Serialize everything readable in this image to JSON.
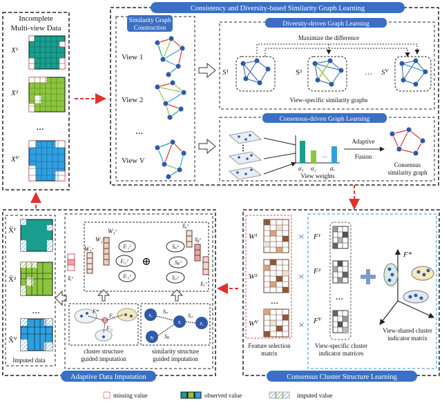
{
  "colors": {
    "teal": "#1a9e8f",
    "green": "#8cc63f",
    "blue": "#2f9fe0",
    "banner": "#3a6fc4",
    "arrow_red": "#e0312f",
    "node_blue": "#2f5aa8",
    "dashed_blue": "#2f8fd6",
    "dashed_red": "#d9534f"
  },
  "incomplete": {
    "title_line1": "Incomplete",
    "title_line2": "Multi-view Data",
    "views": [
      "X¹",
      "X²",
      "…",
      "Xⱽ"
    ]
  },
  "sgl": {
    "title": "Consistency and Diversity-based Similarity Graph Learning",
    "construction_line1": "Similarity Graph",
    "construction_line2": "Construction",
    "views": [
      "View 1",
      "View 2",
      "…",
      "View V"
    ],
    "diversity_title": "Diversity-driven Graph Learning",
    "maximize": "Maximize the difference",
    "graph_labels": [
      "S¹",
      "S²",
      "…",
      "Sⱽ"
    ],
    "view_specific": "View-specific similarity graphs",
    "consensus_title": "Consensus-driven Graph Learning",
    "alphas": [
      "α₁",
      "α₂",
      "αᵥ"
    ],
    "view_weights": "View weights",
    "adaptive": "Adaptive",
    "fusion": "Fusion",
    "consensus_graph_line1": "Consensus",
    "consensus_graph_line2": "similarity graph"
  },
  "imputation": {
    "title": "Adaptive Data Imputation",
    "imputed_labels": [
      "X̄¹",
      "X̄²",
      "…",
      "X̄ⱽ"
    ],
    "imputed_data": "Imputed data",
    "x_i": "x̄ᵢᵛ",
    "w1": "W₁ᵛ",
    "w3": "W₃ᵛ",
    "w2": "W₂ᵛ",
    "f_i1": "Fᵢ₁ᵛ",
    "f_i2": "Fᵢ₂ᵛ",
    "f_i3": "Fᵢ₃ᵛ",
    "xa": "x̄ₐᵛ",
    "xb": "x̄ᵦᵛ",
    "xc": "x̄꜀ᵛ",
    "s_ai": "Sₐᵢᵛ",
    "s_bi": "Sᵦᵢᵛ",
    "s_ci": "S꜀ᵢᵛ",
    "plus": "⊕",
    "cluster_line1": "cluster structure",
    "cluster_line2": "guided imputation",
    "similarity_line1": "similarity structure",
    "similarity_line2": "guided imputation"
  },
  "consensus": {
    "title": "Consensus Cluster Structure Learning",
    "w_labels": [
      "W¹",
      "W²",
      "…",
      "Wⱽ"
    ],
    "f_labels": [
      "F¹",
      "F²",
      "…",
      "Fⱽ"
    ],
    "feature_line1": "Feature selection",
    "feature_line2": "matrix",
    "vs_line1": "View-specific cluster",
    "vs_line2": "indicator matrices",
    "f_star": "F*",
    "shared_line1": "View-shared cluster",
    "shared_line2": "indicator matrix"
  },
  "legend": {
    "missing": "missing value",
    "observed": "observed value",
    "imputed": "imputed value"
  }
}
